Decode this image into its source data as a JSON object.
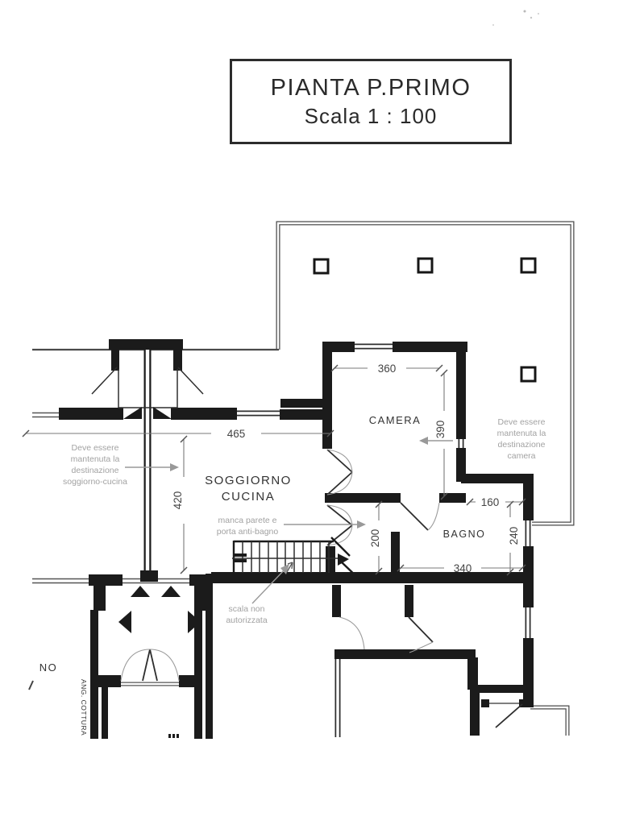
{
  "title_block": {
    "line1": "PIANTA P.PRIMO",
    "line2": "Scala 1 : 100"
  },
  "rooms": {
    "soggiorno": {
      "line1": "SOGGIORNO",
      "line2": "CUCINA"
    },
    "camera": "CAMERA",
    "bagno": "BAGNO",
    "ang_cottura": "ANG. COTTURA",
    "left_partial": "NO"
  },
  "dims": {
    "soggiorno_w": "465",
    "soggiorno_h": "420",
    "camera_w": "360",
    "camera_h": "390",
    "bagno_top": "160",
    "bagno_right": "240",
    "bagno_bottom": "340",
    "disimpegno_h": "200"
  },
  "notes": {
    "left": {
      "l1": "Deve essere",
      "l2": "mantenuta la",
      "l3": "destinazione",
      "l4": "soggiorno-cucina"
    },
    "right": {
      "l1": "Deve essere",
      "l2": "mantenuta la",
      "l3": "destinazione",
      "l4": "camera"
    },
    "center": {
      "l1": "manca parete e",
      "l2": "porta anti-bagno"
    },
    "stairs": {
      "l1": "scala non",
      "l2": "autorizzata"
    }
  },
  "colors": {
    "wall": "#1b1b1b",
    "thin_line": "#2e2e2e",
    "scan_gray": "#4a4a4a",
    "dim_line": "#7a7a7a",
    "note_text": "#a2a2a2",
    "label_text": "#333333"
  }
}
